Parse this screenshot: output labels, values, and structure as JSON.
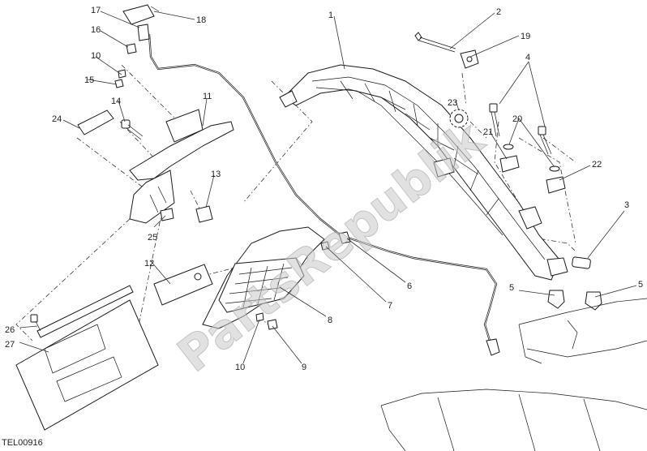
{
  "watermark": "PartsRepublik",
  "drawing_code": "TEL00916",
  "callouts": [
    {
      "id": "c1",
      "label": "1"
    },
    {
      "id": "c2",
      "label": "2"
    },
    {
      "id": "c3",
      "label": "3"
    },
    {
      "id": "c4",
      "label": "4"
    },
    {
      "id": "c5a",
      "label": "5"
    },
    {
      "id": "c5b",
      "label": "5"
    },
    {
      "id": "c6",
      "label": "6"
    },
    {
      "id": "c7",
      "label": "7"
    },
    {
      "id": "c8",
      "label": "8"
    },
    {
      "id": "c9",
      "label": "9"
    },
    {
      "id": "c10a",
      "label": "10"
    },
    {
      "id": "c10b",
      "label": "10"
    },
    {
      "id": "c11",
      "label": "11"
    },
    {
      "id": "c12",
      "label": "12"
    },
    {
      "id": "c13",
      "label": "13"
    },
    {
      "id": "c14",
      "label": "14"
    },
    {
      "id": "c15",
      "label": "15"
    },
    {
      "id": "c16",
      "label": "16"
    },
    {
      "id": "c17",
      "label": "17"
    },
    {
      "id": "c18",
      "label": "18"
    },
    {
      "id": "c19",
      "label": "19"
    },
    {
      "id": "c20",
      "label": "20"
    },
    {
      "id": "c21",
      "label": "21"
    },
    {
      "id": "c22",
      "label": "22"
    },
    {
      "id": "c23",
      "label": "23"
    },
    {
      "id": "c24",
      "label": "24"
    },
    {
      "id": "c25",
      "label": "25"
    },
    {
      "id": "c26",
      "label": "26"
    },
    {
      "id": "c27",
      "label": "27"
    }
  ]
}
